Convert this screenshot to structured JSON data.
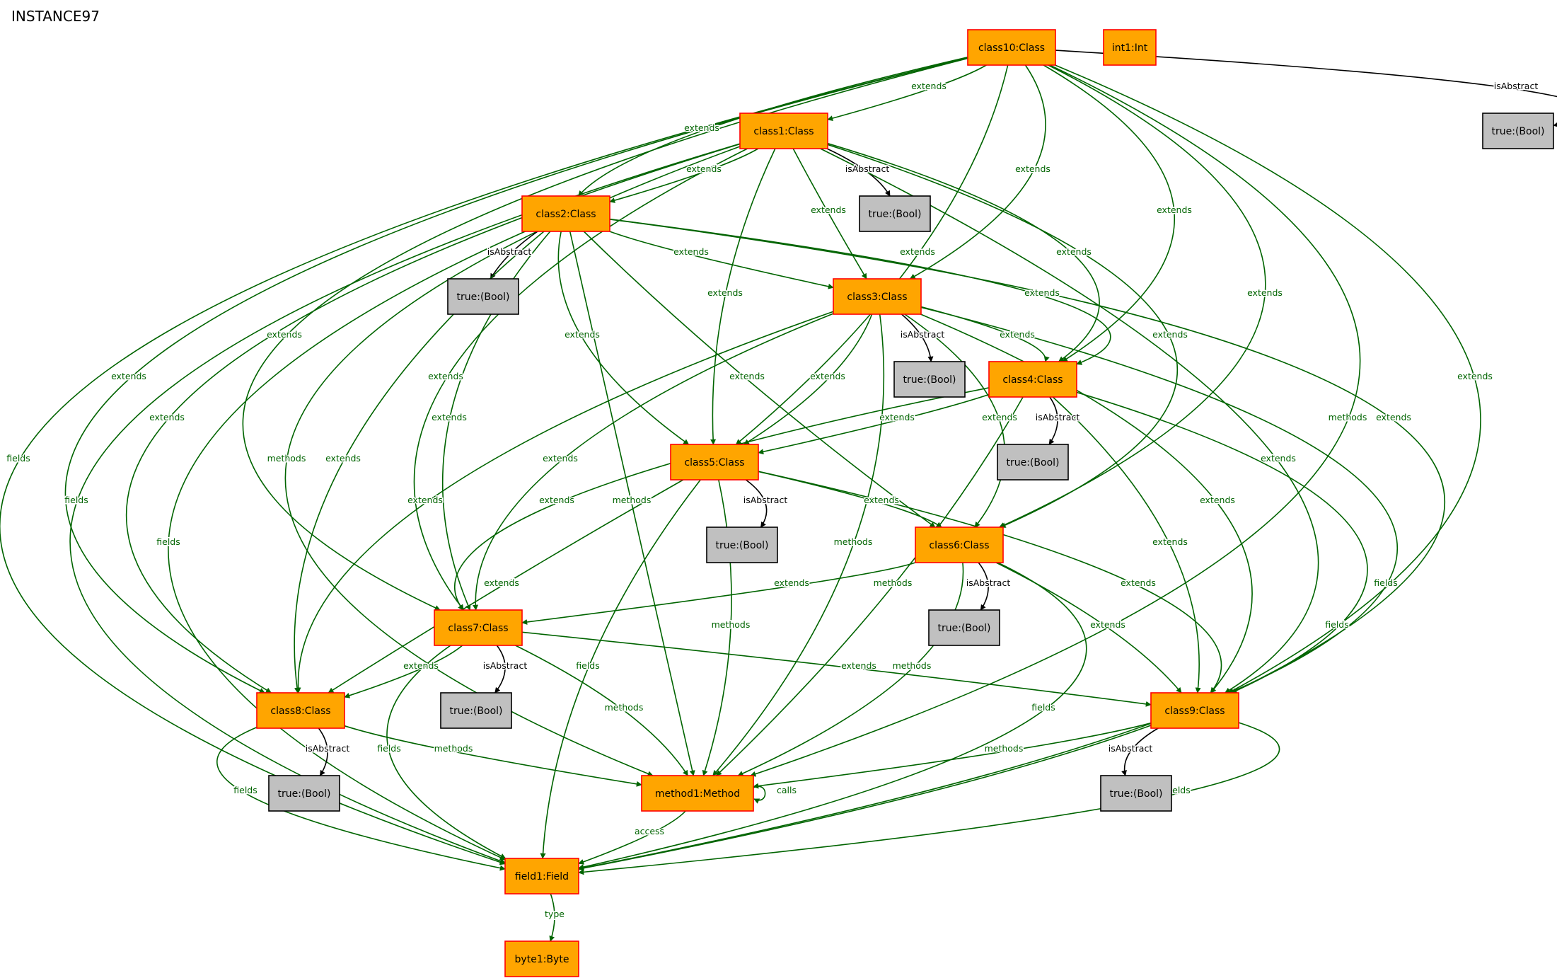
{
  "title": "INSTANCE97",
  "colors": {
    "object_fill": "#ffa500",
    "object_stroke": "#ff0000",
    "value_fill": "#c0c0c0",
    "value_stroke": "#000000",
    "edge_green": "#006400",
    "edge_black": "#000000"
  },
  "nodes": [
    {
      "id": "class10",
      "label": "class10:Class",
      "kind": "object"
    },
    {
      "id": "int1",
      "label": "int1:Int",
      "kind": "object"
    },
    {
      "id": "b_c10",
      "label": "true:(Bool)",
      "kind": "value"
    },
    {
      "id": "class1",
      "label": "class1:Class",
      "kind": "object"
    },
    {
      "id": "b_c1",
      "label": "true:(Bool)",
      "kind": "value"
    },
    {
      "id": "class2",
      "label": "class2:Class",
      "kind": "object"
    },
    {
      "id": "b_c2",
      "label": "true:(Bool)",
      "kind": "value"
    },
    {
      "id": "class3",
      "label": "class3:Class",
      "kind": "object"
    },
    {
      "id": "b_c3",
      "label": "true:(Bool)",
      "kind": "value"
    },
    {
      "id": "class4",
      "label": "class4:Class",
      "kind": "object"
    },
    {
      "id": "b_c4",
      "label": "true:(Bool)",
      "kind": "value"
    },
    {
      "id": "class5",
      "label": "class5:Class",
      "kind": "object"
    },
    {
      "id": "b_c5",
      "label": "true:(Bool)",
      "kind": "value"
    },
    {
      "id": "class6",
      "label": "class6:Class",
      "kind": "object"
    },
    {
      "id": "b_c6",
      "label": "true:(Bool)",
      "kind": "value"
    },
    {
      "id": "class7",
      "label": "class7:Class",
      "kind": "object"
    },
    {
      "id": "b_c7",
      "label": "true:(Bool)",
      "kind": "value"
    },
    {
      "id": "class8",
      "label": "class8:Class",
      "kind": "object"
    },
    {
      "id": "b_c8",
      "label": "true:(Bool)",
      "kind": "value"
    },
    {
      "id": "class9",
      "label": "class9:Class",
      "kind": "object"
    },
    {
      "id": "b_c9",
      "label": "true:(Bool)",
      "kind": "value"
    },
    {
      "id": "method1",
      "label": "method1:Method",
      "kind": "object"
    },
    {
      "id": "field1",
      "label": "field1:Field",
      "kind": "object"
    },
    {
      "id": "byte1",
      "label": "byte1:Byte",
      "kind": "object"
    }
  ],
  "edges": [
    {
      "from": "class10",
      "to": "b_c10",
      "label": "isAbstract",
      "color": "black"
    },
    {
      "from": "class10",
      "to": "class1",
      "label": "extends",
      "color": "green"
    },
    {
      "from": "class10",
      "to": "class2",
      "label": "extends",
      "color": "green"
    },
    {
      "from": "class10",
      "to": "class3",
      "label": "extends",
      "color": "green"
    },
    {
      "from": "class10",
      "to": "class4",
      "label": "extends",
      "color": "green"
    },
    {
      "from": "class10",
      "to": "class5",
      "label": "extends",
      "color": "green"
    },
    {
      "from": "class10",
      "to": "class6",
      "label": "extends",
      "color": "green"
    },
    {
      "from": "class10",
      "to": "class7",
      "label": "extends",
      "color": "green"
    },
    {
      "from": "class10",
      "to": "class8",
      "label": "extends",
      "color": "green"
    },
    {
      "from": "class10",
      "to": "class9",
      "label": "extends",
      "color": "green"
    },
    {
      "from": "class10",
      "to": "method1",
      "label": "methods",
      "color": "green"
    },
    {
      "from": "class10",
      "to": "field1",
      "label": "fields",
      "color": "green"
    },
    {
      "from": "class1",
      "to": "b_c1",
      "label": "isAbstract",
      "color": "black"
    },
    {
      "from": "class1",
      "to": "class2",
      "label": "extends",
      "color": "green"
    },
    {
      "from": "class1",
      "to": "class3",
      "label": "extends",
      "color": "green"
    },
    {
      "from": "class1",
      "to": "class4",
      "label": "extends",
      "color": "green"
    },
    {
      "from": "class1",
      "to": "class5",
      "label": "extends",
      "color": "green"
    },
    {
      "from": "class1",
      "to": "class6",
      "label": "extends",
      "color": "green"
    },
    {
      "from": "class1",
      "to": "class7",
      "label": "extends",
      "color": "green"
    },
    {
      "from": "class1",
      "to": "class8",
      "label": "extends",
      "color": "green"
    },
    {
      "from": "class1",
      "to": "class9",
      "label": "extends",
      "color": "green"
    },
    {
      "from": "class1",
      "to": "method1",
      "label": "methods",
      "color": "green"
    },
    {
      "from": "class1",
      "to": "field1",
      "label": "fields",
      "color": "green"
    },
    {
      "from": "class2",
      "to": "b_c2",
      "label": "isAbstract",
      "color": "black"
    },
    {
      "from": "class2",
      "to": "class3",
      "label": "extends",
      "color": "green"
    },
    {
      "from": "class2",
      "to": "class4",
      "label": "extends",
      "color": "green"
    },
    {
      "from": "class2",
      "to": "class5",
      "label": "extends",
      "color": "green"
    },
    {
      "from": "class2",
      "to": "class6",
      "label": "extends",
      "color": "green"
    },
    {
      "from": "class2",
      "to": "class7",
      "label": "extends",
      "color": "green"
    },
    {
      "from": "class2",
      "to": "class8",
      "label": "extends",
      "color": "green"
    },
    {
      "from": "class2",
      "to": "class9",
      "label": "extends",
      "color": "green"
    },
    {
      "from": "class2",
      "to": "method1",
      "label": "methods",
      "color": "green"
    },
    {
      "from": "class2",
      "to": "field1",
      "label": "fields",
      "color": "green"
    },
    {
      "from": "class3",
      "to": "b_c3",
      "label": "isAbstract",
      "color": "black"
    },
    {
      "from": "class3",
      "to": "class4",
      "label": "extends",
      "color": "green"
    },
    {
      "from": "class3",
      "to": "class5",
      "label": "extends",
      "color": "green"
    },
    {
      "from": "class3",
      "to": "class6",
      "label": "extends",
      "color": "green"
    },
    {
      "from": "class3",
      "to": "class7",
      "label": "extends",
      "color": "green"
    },
    {
      "from": "class3",
      "to": "class8",
      "label": "extends",
      "color": "green"
    },
    {
      "from": "class3",
      "to": "class9",
      "label": "extends",
      "color": "green"
    },
    {
      "from": "class3",
      "to": "method1",
      "label": "methods",
      "color": "green"
    },
    {
      "from": "class3",
      "to": "field1",
      "label": "fields",
      "color": "green"
    },
    {
      "from": "class4",
      "to": "b_c4",
      "label": "isAbstract",
      "color": "black"
    },
    {
      "from": "class4",
      "to": "class5",
      "label": "extends",
      "color": "green"
    },
    {
      "from": "class4",
      "to": "class7",
      "label": "extends",
      "color": "green"
    },
    {
      "from": "class4",
      "to": "class9",
      "label": "extends",
      "color": "green"
    },
    {
      "from": "class4",
      "to": "method1",
      "label": "methods",
      "color": "green"
    },
    {
      "from": "class4",
      "to": "field1",
      "label": "fields",
      "color": "green"
    },
    {
      "from": "class5",
      "to": "b_c5",
      "label": "isAbstract",
      "color": "black"
    },
    {
      "from": "class5",
      "to": "class6",
      "label": "extends",
      "color": "green"
    },
    {
      "from": "class5",
      "to": "class8",
      "label": "extends",
      "color": "green"
    },
    {
      "from": "class5",
      "to": "class9",
      "label": "extends",
      "color": "green"
    },
    {
      "from": "class5",
      "to": "method1",
      "label": "methods",
      "color": "green"
    },
    {
      "from": "class5",
      "to": "field1",
      "label": "fields",
      "color": "green"
    },
    {
      "from": "class6",
      "to": "b_c6",
      "label": "isAbstract",
      "color": "black"
    },
    {
      "from": "class6",
      "to": "class7",
      "label": "extends",
      "color": "green"
    },
    {
      "from": "class6",
      "to": "class9",
      "label": "extends",
      "color": "green"
    },
    {
      "from": "class6",
      "to": "method1",
      "label": "methods",
      "color": "green"
    },
    {
      "from": "class6",
      "to": "field1",
      "label": "fields",
      "color": "green"
    },
    {
      "from": "class7",
      "to": "b_c7",
      "label": "isAbstract",
      "color": "black"
    },
    {
      "from": "class7",
      "to": "class8",
      "label": "extends",
      "color": "green"
    },
    {
      "from": "class7",
      "to": "class9",
      "label": "extends",
      "color": "green"
    },
    {
      "from": "class7",
      "to": "method1",
      "label": "methods",
      "color": "green"
    },
    {
      "from": "class7",
      "to": "field1",
      "label": "fields",
      "color": "green"
    },
    {
      "from": "class8",
      "to": "b_c8",
      "label": "isAbstract",
      "color": "black"
    },
    {
      "from": "class8",
      "to": "method1",
      "label": "methods",
      "color": "green"
    },
    {
      "from": "class8",
      "to": "field1",
      "label": "fields",
      "color": "green"
    },
    {
      "from": "class9",
      "to": "b_c9",
      "label": "isAbstract",
      "color": "black"
    },
    {
      "from": "class9",
      "to": "method1",
      "label": "methods",
      "color": "green"
    },
    {
      "from": "class9",
      "to": "field1",
      "label": "fields",
      "color": "green"
    },
    {
      "from": "method1",
      "to": "method1",
      "label": "calls",
      "color": "green"
    },
    {
      "from": "method1",
      "to": "field1",
      "label": "access",
      "color": "green"
    },
    {
      "from": "field1",
      "to": "byte1",
      "label": "type",
      "color": "green"
    }
  ]
}
